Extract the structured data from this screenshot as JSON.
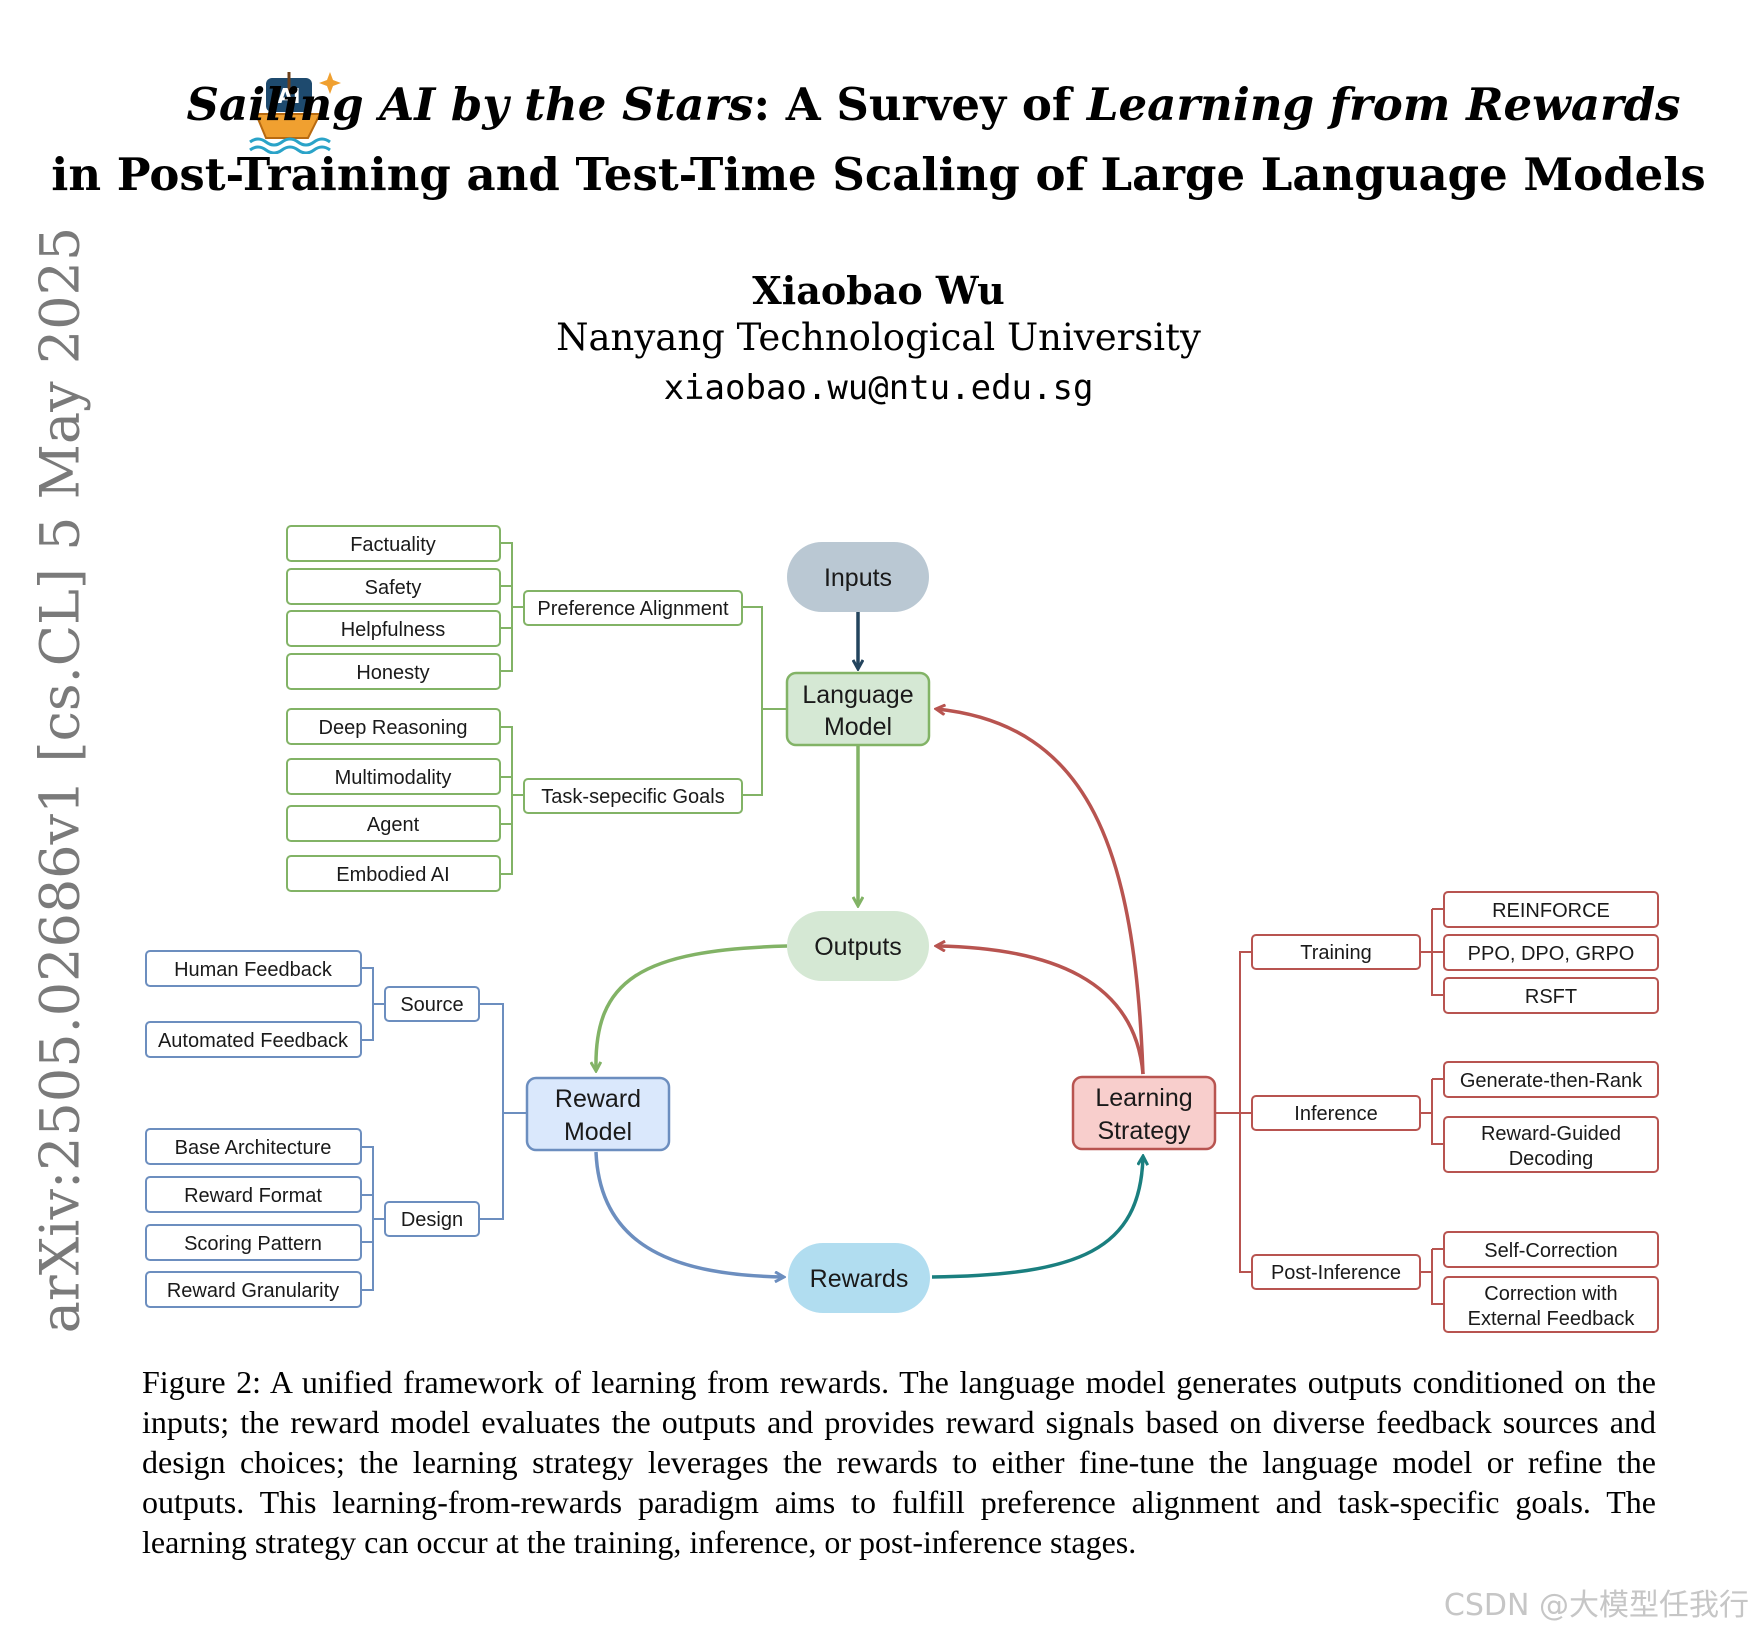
{
  "title": {
    "line1_italic_a": "Sailing AI by the Stars",
    "line1_rest": ": A Survey of ",
    "line1_italic_b": "Learning from Rewards",
    "line2": "in Post-Training and Test-Time Scaling of Large Language Models",
    "logo_text": "AI"
  },
  "author": {
    "name": "Xiaobao Wu",
    "affiliation": "Nanyang Technological University",
    "email": "xiaobao.wu@ntu.edu.sg"
  },
  "arxiv_stamp": "arXiv:2505.02686v1  [cs.CL]  5 May 2025",
  "diagram": {
    "core": {
      "inputs": "Inputs",
      "language_model": [
        "Language",
        "Model"
      ],
      "outputs": "Outputs",
      "reward_model": [
        "Reward",
        "Model"
      ],
      "rewards": "Rewards",
      "learning_strategy": [
        "Learning",
        "Strategy"
      ]
    },
    "goals": {
      "preference_alignment": {
        "label": "Preference Alignment",
        "items": [
          "Factuality",
          "Safety",
          "Helpfulness",
          "Honesty"
        ]
      },
      "task_specific": {
        "label": "Task-sepecific Goals",
        "items": [
          "Deep Reasoning",
          "Multimodality",
          "Agent",
          "Embodied AI"
        ]
      }
    },
    "reward_model_branches": {
      "source": {
        "label": "Source",
        "items": [
          "Human Feedback",
          "Automated Feedback"
        ]
      },
      "design": {
        "label": "Design",
        "items": [
          "Base Architecture",
          "Reward Format",
          "Scoring Pattern",
          "Reward Granularity"
        ]
      }
    },
    "strategy_branches": {
      "training": {
        "label": "Training",
        "items": [
          "REINFORCE",
          "PPO, DPO, GRPO",
          "RSFT"
        ]
      },
      "inference": {
        "label": "Inference",
        "items": [
          [
            "Generate-then-Rank"
          ],
          [
            "Reward-Guided",
            "Decoding"
          ]
        ]
      },
      "post_inference": {
        "label": "Post-Inference",
        "items": [
          [
            "Self-Correction"
          ],
          [
            "Correction with",
            "External Feedback"
          ]
        ]
      }
    },
    "colors": {
      "green": "#82b366",
      "green_fill": "#d5e8d4",
      "blue": "#6c8ebf",
      "blue_fill": "#dae8fc",
      "red": "#b85450",
      "red_fill": "#f8cecc",
      "gray_fill": "#bac8d3",
      "teal": "#1a7f7f",
      "cyan_fill": "#b1ddf0",
      "navy": "#23445d"
    }
  },
  "caption": "Figure 2: A unified framework of learning from rewards. The language model generates outputs conditioned on the inputs; the reward model evaluates the outputs and provides reward signals based on diverse feedback sources and design choices; the learning strategy leverages the rewards to either fine-tune the language model or refine the outputs. This learning-from-rewards paradigm aims to fulfill preference alignment and task-specific goals. The learning strategy can occur at the training, inference, or post-inference stages.",
  "watermark": "CSDN @大模型任我行"
}
